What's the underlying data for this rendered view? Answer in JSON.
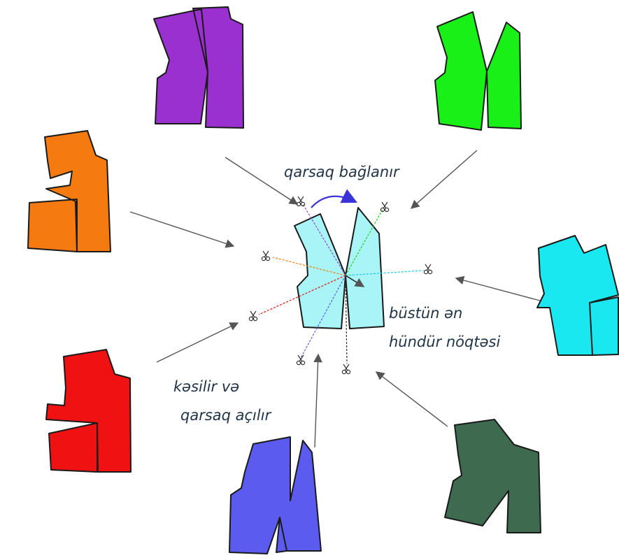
{
  "labels": {
    "closed": "qarsaq bağlanır",
    "bust_line1": "büstün ən",
    "bust_line2": "hündür nöqtəsi",
    "cut_line1": "kəsilir və",
    "cut_line2": "qarsaq açılır"
  },
  "colors": {
    "purple": "#9b30d0",
    "green": "#18f018",
    "orange": "#f57a10",
    "cyan": "#19e8f0",
    "red": "#f01212",
    "blue": "#5b5bf0",
    "darkgreen": "#3e6b50",
    "center": "#a8f4f6",
    "closed_arrow": "#3a34d8"
  },
  "icons": {
    "scissors": "scissors-icon",
    "arrow": "arrow-icon"
  }
}
